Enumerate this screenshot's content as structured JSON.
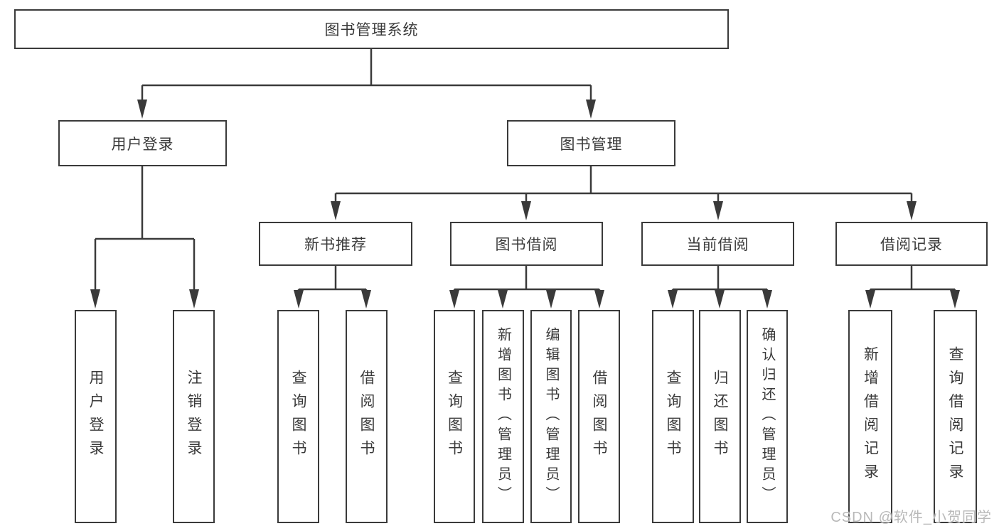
{
  "diagram": {
    "title": "图书管理系统",
    "watermark": "CSDN @软件_小贺同学",
    "colors": {
      "line": "#3a3a3a",
      "box_border": "#3a3a3a",
      "box_fill": "#ffffff",
      "text": "#3a3a3a",
      "watermark": "#b9b9b9",
      "background": "#ffffff"
    },
    "root": {
      "label": "图书管理系统"
    },
    "l2": [
      {
        "label": "用户登录",
        "parent": "图书管理系统"
      },
      {
        "label": "图书管理",
        "parent": "图书管理系统"
      }
    ],
    "l3": [
      {
        "label": "新书推荐",
        "parent": "图书管理"
      },
      {
        "label": "图书借阅",
        "parent": "图书管理"
      },
      {
        "label": "当前借阅",
        "parent": "图书管理"
      },
      {
        "label": "借阅记录",
        "parent": "图书管理"
      }
    ],
    "l4": [
      {
        "label": "用户登录",
        "parent": "用户登录"
      },
      {
        "label": "注销登录",
        "parent": "用户登录"
      },
      {
        "label": "查询图书",
        "parent": "新书推荐"
      },
      {
        "label": "借阅图书",
        "parent": "新书推荐"
      },
      {
        "label": "查询图书",
        "parent": "图书借阅"
      },
      {
        "label": "新增图书（管理员）",
        "parent": "图书借阅"
      },
      {
        "label": "编辑图书（管理员）",
        "parent": "图书借阅"
      },
      {
        "label": "借阅图书",
        "parent": "图书借阅"
      },
      {
        "label": "查询图书",
        "parent": "当前借阅"
      },
      {
        "label": "归还图书",
        "parent": "当前借阅"
      },
      {
        "label": "确认归还（管理员）",
        "parent": "当前借阅"
      },
      {
        "label": "新增借阅记录",
        "parent": "借阅记录"
      },
      {
        "label": "查询借阅记录",
        "parent": "借阅记录"
      }
    ]
  }
}
